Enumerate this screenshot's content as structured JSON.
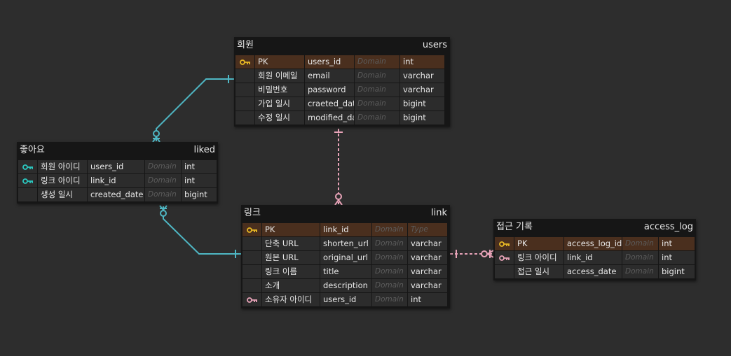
{
  "colors": {
    "background": "#2d2d2d",
    "pk_row": "#4a2f1e",
    "row": "#2c2c2c",
    "table": "#161616",
    "pk_key": "#e8b824",
    "fk_key_teal": "#2bc8c0",
    "fk_key_pink": "#e8a3b8",
    "relation_teal": "#4fb7c4",
    "relation_pink": "#e8a3b8"
  },
  "tables": {
    "users": {
      "logical": "회원",
      "physical": "users",
      "rows": [
        {
          "key": "pk-key-icon",
          "name": "PK",
          "column": "users_id",
          "domain": "Domain",
          "type": "int"
        },
        {
          "key": "",
          "name": "회원 이메일",
          "column": "email",
          "domain": "Domain",
          "type": "varchar"
        },
        {
          "key": "",
          "name": "비밀번호",
          "column": "password",
          "domain": "Domain",
          "type": "varchar"
        },
        {
          "key": "",
          "name": "가입 일시",
          "column": "craeted_date",
          "domain": "Domain",
          "type": "bigint"
        },
        {
          "key": "",
          "name": "수정 일시",
          "column": "modified_date",
          "domain": "Domain",
          "type": "bigint"
        }
      ]
    },
    "liked": {
      "logical": "좋아요",
      "physical": "liked",
      "rows": [
        {
          "key": "fk-key-teal-icon",
          "name": "회원 아이디",
          "column": "users_id",
          "domain": "Domain",
          "type": "int"
        },
        {
          "key": "fk-key-teal-icon",
          "name": "링크 아이디",
          "column": "link_id",
          "domain": "Domain",
          "type": "int"
        },
        {
          "key": "",
          "name": "생성 일시",
          "column": "created_date",
          "domain": "Domain",
          "type": "bigint"
        }
      ]
    },
    "link": {
      "logical": "링크",
      "physical": "link",
      "rows": [
        {
          "key": "pk-key-icon",
          "name": "PK",
          "column": "link_id",
          "domain": "Domain",
          "type": "Type"
        },
        {
          "key": "",
          "name": "단축 URL",
          "column": "shorten_url",
          "domain": "Domain",
          "type": "varchar"
        },
        {
          "key": "",
          "name": "원본 URL",
          "column": "original_url",
          "domain": "Domain",
          "type": "varchar"
        },
        {
          "key": "",
          "name": "링크 이름",
          "column": "title",
          "domain": "Domain",
          "type": "varchar"
        },
        {
          "key": "",
          "name": "소개",
          "column": "description",
          "domain": "Domain",
          "type": "varchar"
        },
        {
          "key": "fk-key-pink-icon",
          "name": "소유자 아이디",
          "column": "users_id",
          "domain": "Domain",
          "type": "int"
        }
      ]
    },
    "access_log": {
      "logical": "접근 기록",
      "physical": "access_log",
      "rows": [
        {
          "key": "pk-key-icon",
          "name": "PK",
          "column": "access_log_id",
          "domain": "Domain",
          "type": "int"
        },
        {
          "key": "fk-key-pink-icon",
          "name": "링크 아이디",
          "column": "link_id",
          "domain": "Domain",
          "type": "int"
        },
        {
          "key": "",
          "name": "접근 일시",
          "column": "access_date",
          "domain": "Domain",
          "type": "bigint"
        }
      ]
    }
  },
  "relationships": [
    {
      "from": "users",
      "to": "liked",
      "style": "solid",
      "color": "relation_teal"
    },
    {
      "from": "link",
      "to": "liked",
      "style": "solid",
      "color": "relation_teal"
    },
    {
      "from": "users",
      "to": "link",
      "style": "dashed",
      "color": "relation_pink"
    },
    {
      "from": "link",
      "to": "access_log",
      "style": "dashed",
      "color": "relation_pink"
    }
  ]
}
